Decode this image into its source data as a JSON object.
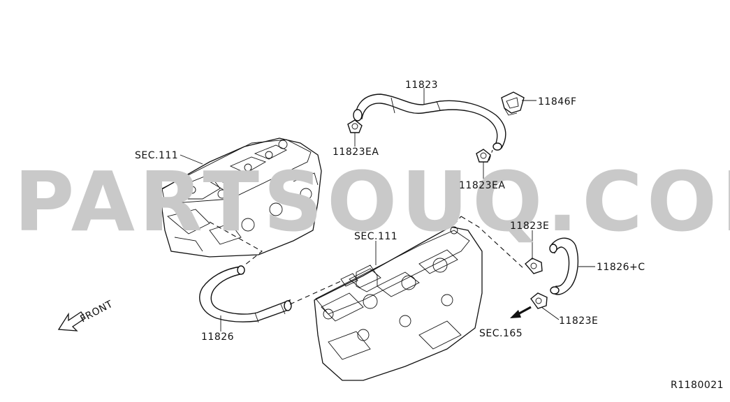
{
  "watermark": "PARTSOUQ.COM",
  "labels": {
    "hose_upper": "11823",
    "clamp_upper": "11846F",
    "clip_left": "11823EA",
    "clip_right": "11823EA",
    "sec_upper": "SEC.111",
    "sec_lower": "SEC.111",
    "clip_e_upper": "11823E",
    "hose_right": "11826+C",
    "clip_e_lower": "11823E",
    "sec_165": "SEC.165",
    "hose_lower": "11826",
    "front": "FRONT",
    "ref_code": "R1180021"
  },
  "colors": {
    "line": "#111111",
    "watermark": "#c9c9c9",
    "background": "#ffffff"
  }
}
